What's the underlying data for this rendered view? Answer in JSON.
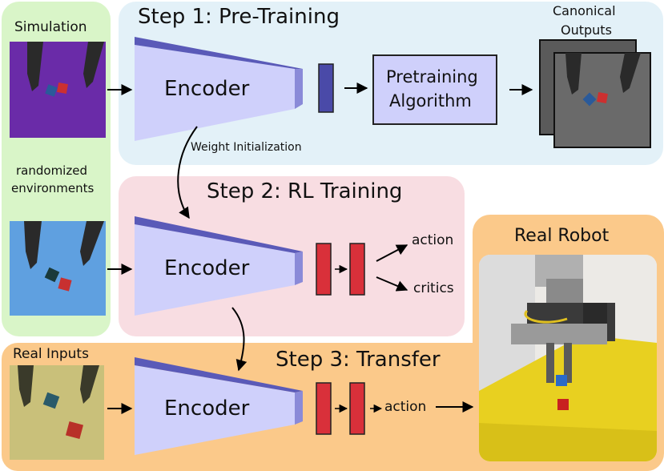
{
  "left_panel": {
    "simulation_label": "Simulation",
    "randomized_label_line1": "randomized",
    "randomized_label_line2": "environments"
  },
  "step1": {
    "title": "Step 1: Pre-Training",
    "encoder_label": "Encoder",
    "algorithm_line1": "Pretraining",
    "algorithm_line2": "Algorithm",
    "canonical_line1": "Canonical",
    "canonical_line2": "Outputs"
  },
  "weight_init_label": "Weight Initialization",
  "step2": {
    "title": "Step 2: RL Training",
    "encoder_label": "Encoder",
    "action_label": "action",
    "critics_label": "critics"
  },
  "step3": {
    "title": "Step 3: Transfer",
    "encoder_label": "Encoder",
    "real_inputs_label": "Real Inputs",
    "action_label": "action"
  },
  "real_robot": {
    "title": "Real Robot"
  },
  "colors": {
    "green_panel": "#d9f5c8",
    "blue_panel": "#e3f1f8",
    "pink_panel": "#f8dde2",
    "orange_panel": "#fbc98a",
    "encoder_fill": "#cfd0fb",
    "encoder_top": "#5a5ab8",
    "encoder_side": "#8a8ad8",
    "latent_blue": "#4a4aa8",
    "mlp_red": "#d9303a"
  }
}
